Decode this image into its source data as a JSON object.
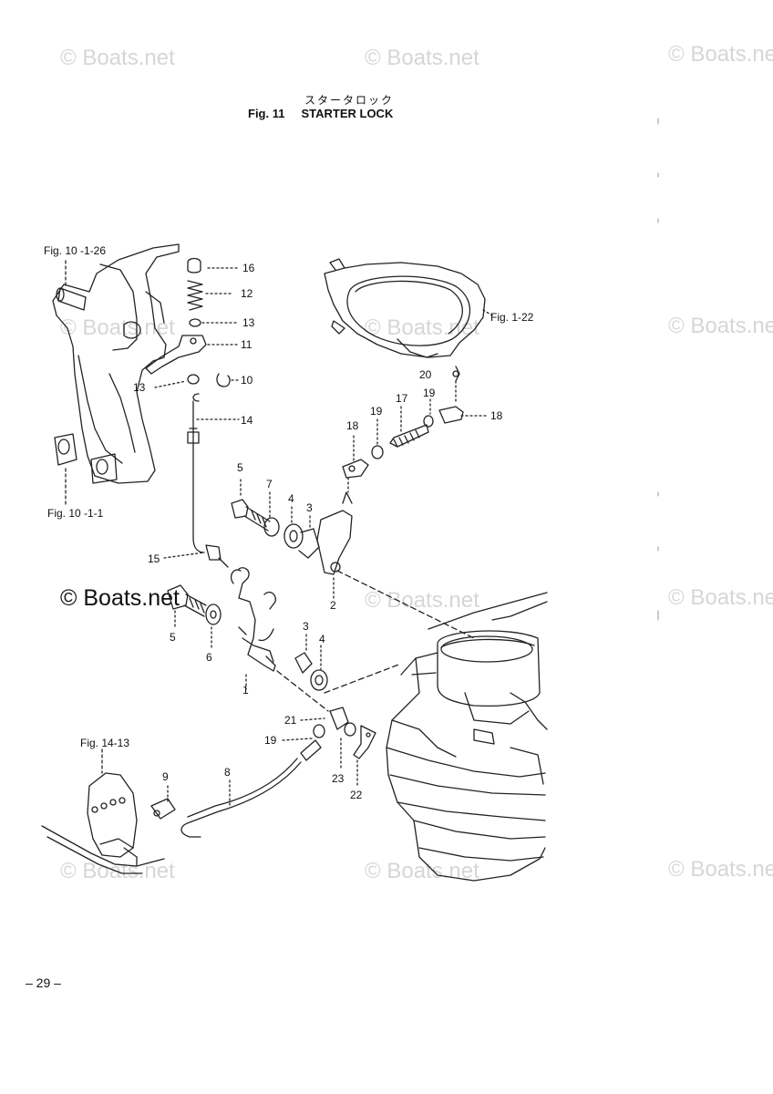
{
  "watermark": "© Boats.net",
  "figure": {
    "title_jp": "スタータロック",
    "fig_number": "Fig. 11",
    "title": "STARTER LOCK"
  },
  "references": {
    "ref_10_1_26": "Fig. 10 -1-26",
    "ref_10_1_1": "Fig. 10 -1-1",
    "ref_1_22": "Fig. 1-22",
    "ref_14_13": "Fig. 14-13"
  },
  "callouts": {
    "c16": "16",
    "c12": "12",
    "c13a": "13",
    "c11": "11",
    "c13b": "13",
    "c10": "10",
    "c14": "14",
    "c20": "20",
    "c19a": "19",
    "c17": "17",
    "c18a": "18",
    "c18b": "18",
    "c19b": "19",
    "c5a": "5",
    "c7": "7",
    "c4a": "4",
    "c3a": "3",
    "c15": "15",
    "c2": "2",
    "c5b": "5",
    "c6": "6",
    "c3b": "3",
    "c4b": "4",
    "c1": "1",
    "c21": "21",
    "c19c": "19",
    "c23": "23",
    "c22": "22",
    "c9": "9",
    "c8": "8"
  },
  "page_number": "– 29 –"
}
